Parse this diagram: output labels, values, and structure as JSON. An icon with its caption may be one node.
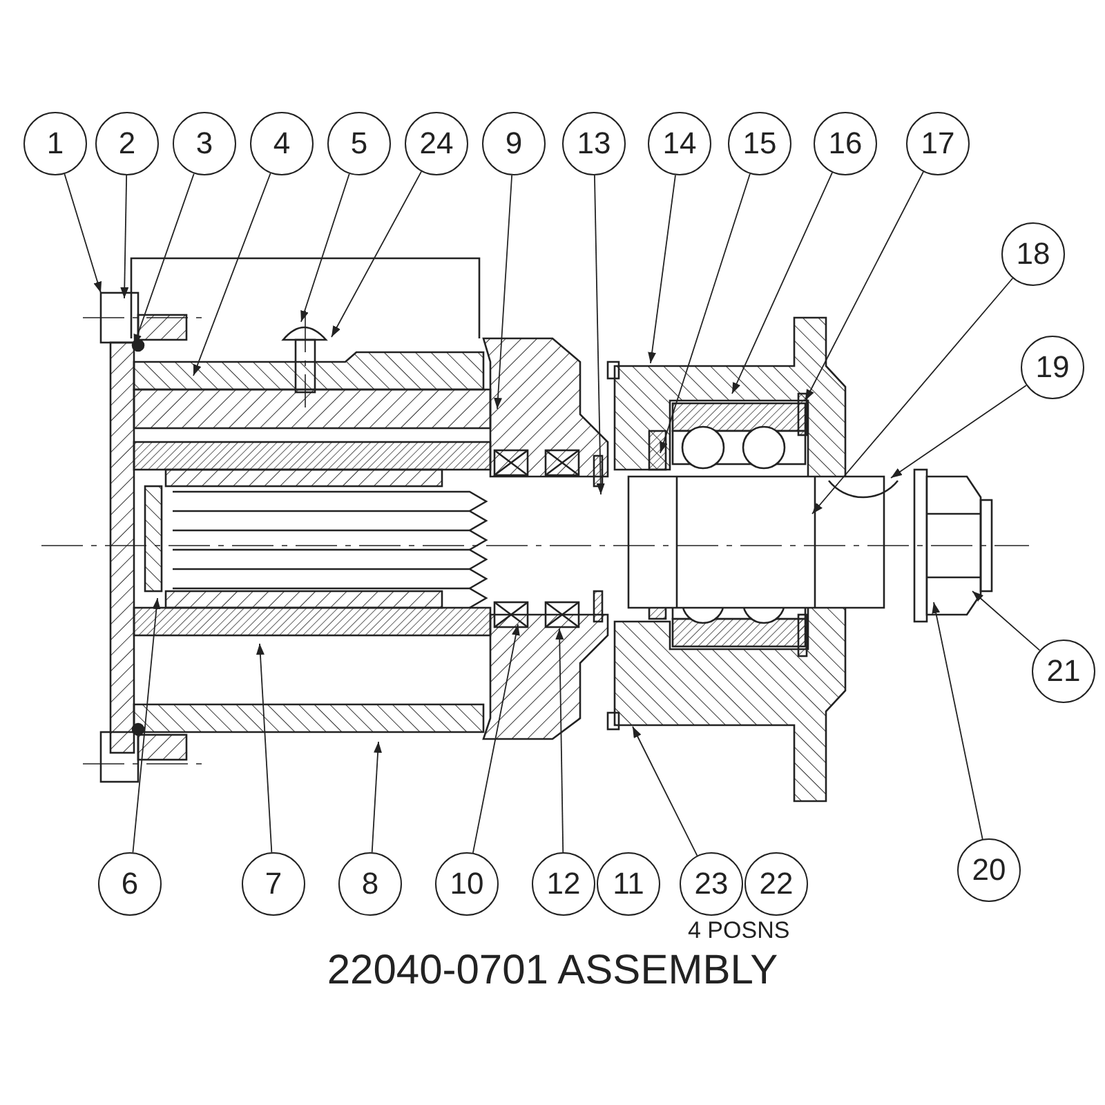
{
  "diagram": {
    "title": "22040-0701 ASSEMBLY",
    "nodes": [
      {
        "text": [
          "1"
        ]
      },
      {
        "text": [
          "2"
        ]
      },
      {
        "text": [
          "3"
        ]
      },
      {
        "text": [
          "4"
        ]
      },
      {
        "text": [
          "5"
        ]
      },
      {
        "text": [
          "24"
        ]
      },
      {
        "text": [
          "9"
        ]
      },
      {
        "text": [
          "13"
        ]
      },
      {
        "text": [
          "14"
        ]
      },
      {
        "text": [
          "15"
        ]
      },
      {
        "text": [
          "16"
        ]
      },
      {
        "text": [
          "17"
        ]
      },
      {
        "text": [
          "18"
        ]
      },
      {
        "text": [
          "19"
        ]
      },
      {
        "text": [
          "21"
        ]
      },
      {
        "text": [
          "6"
        ]
      },
      {
        "text": [
          "7"
        ]
      },
      {
        "text": [
          "8"
        ]
      },
      {
        "text": [
          "10"
        ]
      },
      {
        "text": [
          "12"
        ]
      },
      {
        "text": [
          "11"
        ]
      },
      {
        "text": [
          "23"
        ]
      },
      {
        "text": [
          "22"
        ]
      },
      {
        "text": [
          "20"
        ]
      }
    ],
    "edges": [
      {
        "from": 0,
        "to": null,
        "arrow": "to"
      },
      {
        "from": 1,
        "to": null,
        "arrow": "to"
      },
      {
        "from": 2,
        "to": null,
        "arrow": "to"
      },
      {
        "from": 3,
        "to": null,
        "arrow": "to"
      },
      {
        "from": 4,
        "to": null,
        "arrow": "to"
      },
      {
        "from": 5,
        "to": null,
        "arrow": "to"
      },
      {
        "from": 6,
        "to": null,
        "arrow": "to"
      },
      {
        "from": 7,
        "to": null,
        "arrow": "to"
      },
      {
        "from": 8,
        "to": null,
        "arrow": "to"
      },
      {
        "from": 9,
        "to": null,
        "arrow": "to"
      },
      {
        "from": 10,
        "to": null,
        "arrow": "to"
      },
      {
        "from": 11,
        "to": null,
        "arrow": "to"
      },
      {
        "from": 12,
        "to": null,
        "arrow": "to"
      },
      {
        "from": 13,
        "to": null,
        "arrow": "to"
      },
      {
        "from": 14,
        "to": null,
        "arrow": "to"
      },
      {
        "from": 15,
        "to": null,
        "arrow": "to"
      },
      {
        "from": 16,
        "to": null,
        "arrow": "to"
      },
      {
        "from": 17,
        "to": null,
        "arrow": "to"
      },
      {
        "from": 18,
        "to": null,
        "arrow": "to"
      },
      {
        "from": 19,
        "to": null,
        "arrow": "to"
      },
      {
        "from": 21,
        "to": null,
        "arrow": "to"
      },
      {
        "from": 23,
        "to": null,
        "arrow": "to"
      }
    ],
    "labels": [
      "4 POSNS"
    ]
  }
}
